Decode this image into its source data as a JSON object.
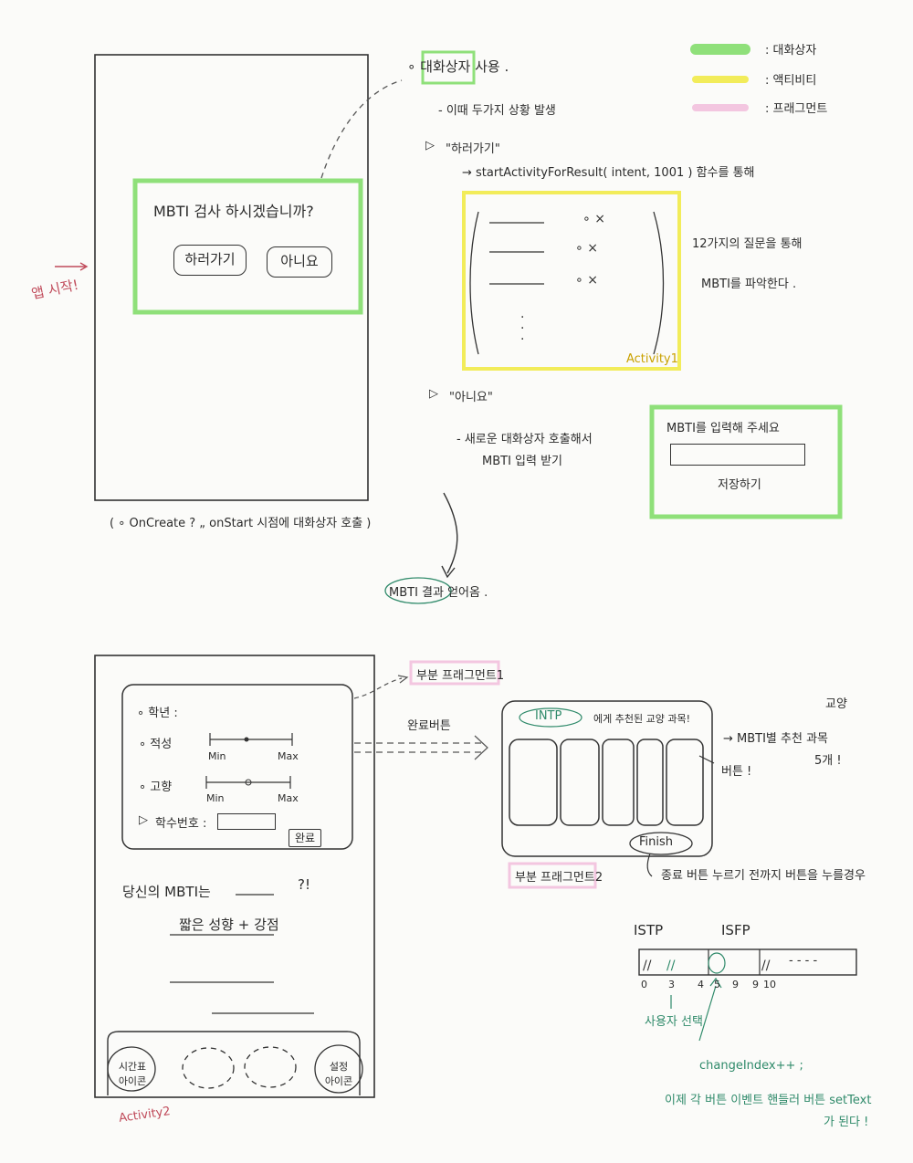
{
  "legend": [
    {
      "label": ": 대화상자",
      "color": "#8fe07a"
    },
    {
      "label": ": 액티비티",
      "color": "#f2ec5a"
    },
    {
      "label": ": 프래그먼트",
      "color": "#f3c6e0"
    }
  ],
  "colors": {
    "dialog": "#8fe07a",
    "activity": "#f2ec5a",
    "fragment": "#f3c6e0",
    "ink": "#2b2b2b",
    "red": "#c04a5a",
    "green": "#2f8a6a"
  },
  "section1": {
    "app_start": "앱 시작!",
    "dialog_question": "MBTI 검사 하시겠습니까?",
    "go_button": "하러가기",
    "no_button": "아니요",
    "oncreate_note": "( ∘ OnCreate ? „ onStart 시점에 대화상자 호출 )",
    "dialog_use_title": "∘ 대화상자 사용 .",
    "two_cases": "- 이때 두가지 상황 발생",
    "case_go": "\"하러가기\"",
    "start_activity": "→ startActivityForResult( intent, 1001 ) 함수를 통해",
    "activity1_label": "Activity1",
    "questions_note_1": "12가지의 질문을 통해",
    "questions_note_2": "MBTI를 파악한다 .",
    "case_no": "\"아니요\"",
    "other_dialog_1": "- 새로운 대화상자 호출해서",
    "other_dialog_2": "MBTI 입력 받기",
    "input_dialog_title": "MBTI를 입력해 주세요",
    "save_button": "저장하기",
    "mbti_result": "MBTI 결과 얻어옴 ."
  },
  "section2": {
    "fields": [
      "∘ 학년 :",
      "∘ 적성",
      "∘ 고향",
      "학수번호 :"
    ],
    "min": "Min",
    "max": "Max",
    "complete_button": "완료",
    "your_mbti": "당신의 MBTI는",
    "your_mbti_end": "?!",
    "trait": "짧은 성향 + 강점",
    "activity2_label": "Activity2",
    "nav_left": [
      "시간표",
      "아이콘"
    ],
    "nav_right": [
      "설정",
      "아이콘"
    ],
    "fragment1_label": "부분 프래그먼트1",
    "complete_arrow": "완료버튼",
    "intp": "INTP",
    "fragment2_header": "에게 추천된 교양 과목!",
    "finish_button": "Finish",
    "fragment2_label": "부분 프래그먼트2",
    "recommend_note_1": "→ MBTI별 추천 과목",
    "recommend_note_2": "5개 !",
    "gyoyang": "교양",
    "button_note": "버튼 !",
    "finish_note": "종료 버튼 누르기 전까지 버튼을 누를경우",
    "types": [
      "ISTP",
      "ISFP"
    ],
    "array_cells": "- - - -",
    "indices": [
      "0",
      "3",
      "4",
      "5",
      "9",
      "9",
      "10"
    ],
    "user_select": "사용자 선택",
    "change_index": "changeIndex++ ;",
    "event_note_1": "이제 각 버튼 이벤트 핸들러 버튼 setText",
    "event_note_2": "가 된다 !"
  }
}
